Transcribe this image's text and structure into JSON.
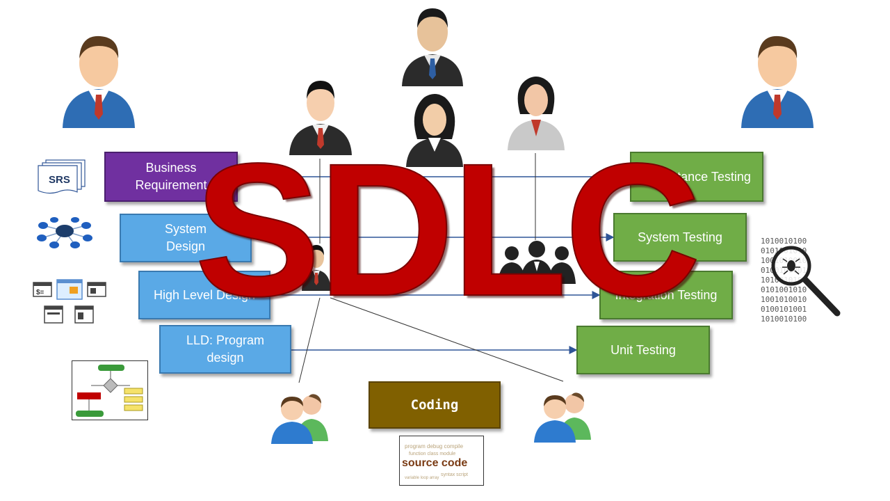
{
  "title": "SDLC",
  "colors": {
    "title_red": "#c00000",
    "requirements": "#7030a0",
    "design": "#5aa9e6",
    "testing": "#70ad47",
    "coding": "#806000",
    "connector": "#2f5597"
  },
  "left_phases": {
    "business_requirement": "Business Requirement",
    "system_design": "System Design",
    "high_level_design": "High Level Design",
    "lld": "LLD: Program design"
  },
  "right_phases": {
    "acceptance_testing": "Acceptance Testing",
    "system_testing": "System Testing",
    "integration_testing": "Integration Testing",
    "unit_testing": "Unit Testing"
  },
  "coding": "Coding",
  "artifacts": {
    "srs": "SRS",
    "source_code": "source code"
  },
  "icons": [
    "business-user-icon",
    "manager-icon",
    "analyst-icon",
    "businesswoman-icon",
    "tester-woman-icon",
    "developer-pair-icon",
    "team-silhouette-icon",
    "database-network-icon",
    "web-modules-icon",
    "flowchart-icon",
    "bug-magnifier-icon"
  ]
}
